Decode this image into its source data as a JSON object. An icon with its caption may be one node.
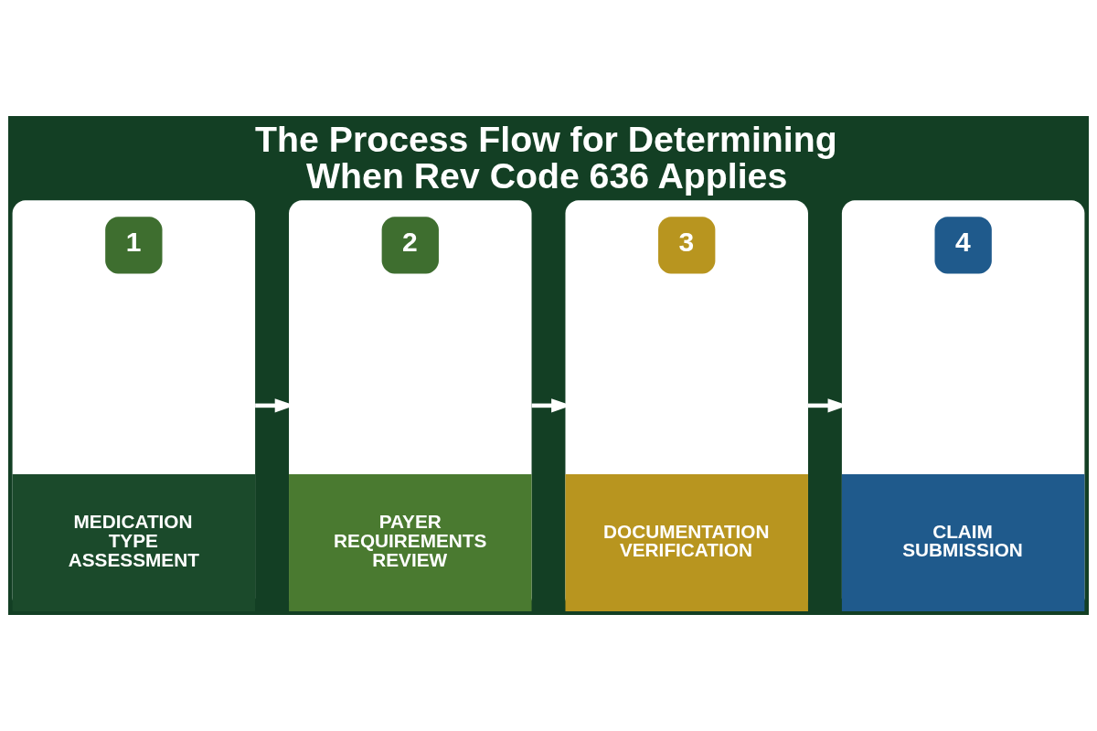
{
  "diagram": {
    "title": "The Process Flow for Determining When Rev Code 636 Applies",
    "nodes": [
      {
        "text": [
          "1",
          "MEDICATION TYPE ASSESSMENT"
        ]
      },
      {
        "text": [
          "2",
          "PAYER REQUIREMENTS REVIEW"
        ]
      },
      {
        "text": [
          "3",
          "DOCUMENTATION VERIFICATION"
        ]
      },
      {
        "text": [
          "4",
          "CLAIM SUBMISSION"
        ]
      }
    ],
    "edges": [
      {
        "from": 0,
        "to": 1,
        "arrow": "to"
      },
      {
        "from": 1,
        "to": 2,
        "arrow": "to"
      },
      {
        "from": 2,
        "to": 3,
        "arrow": "to"
      }
    ]
  }
}
